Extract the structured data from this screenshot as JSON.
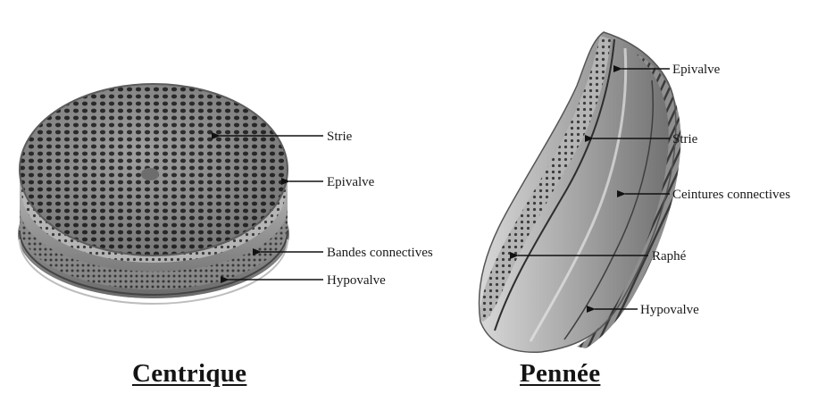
{
  "centric": {
    "caption": "Centrique",
    "labels": {
      "strie": "Strie",
      "epivalve": "Epivalve",
      "bandes": "Bandes connectives",
      "hypovalve": "Hypovalve"
    }
  },
  "pennate": {
    "caption": "Pennée",
    "labels": {
      "epivalve": "Epivalve",
      "strie": "Strie",
      "ceintures": "Ceintures connectives",
      "raphe": "Raphé",
      "hypovalve": "Hypovalve"
    }
  }
}
